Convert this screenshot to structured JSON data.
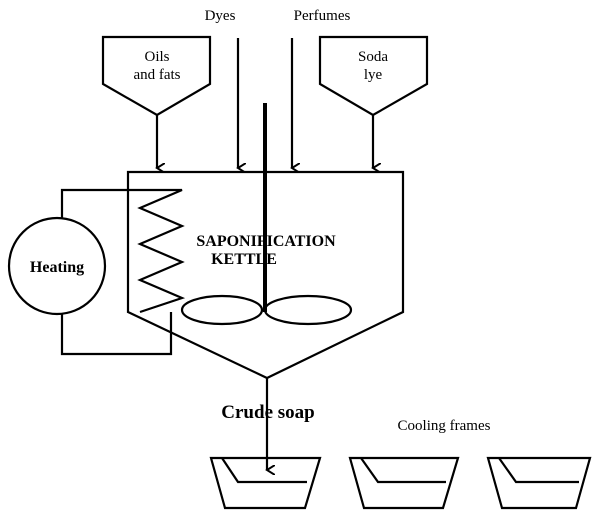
{
  "diagram": {
    "inputs": {
      "dyes": "Dyes",
      "perfumes": "Perfumes",
      "oils_line1": "Oils",
      "oils_line2": "and fats",
      "soda_line1": "Soda",
      "soda_line2": "lye"
    },
    "heating": "Heating",
    "kettle_line1": "SAPONIFICATION",
    "kettle_line2": "KETTLE",
    "crude_soap": "Crude soap",
    "cooling_frames": "Cooling frames"
  }
}
